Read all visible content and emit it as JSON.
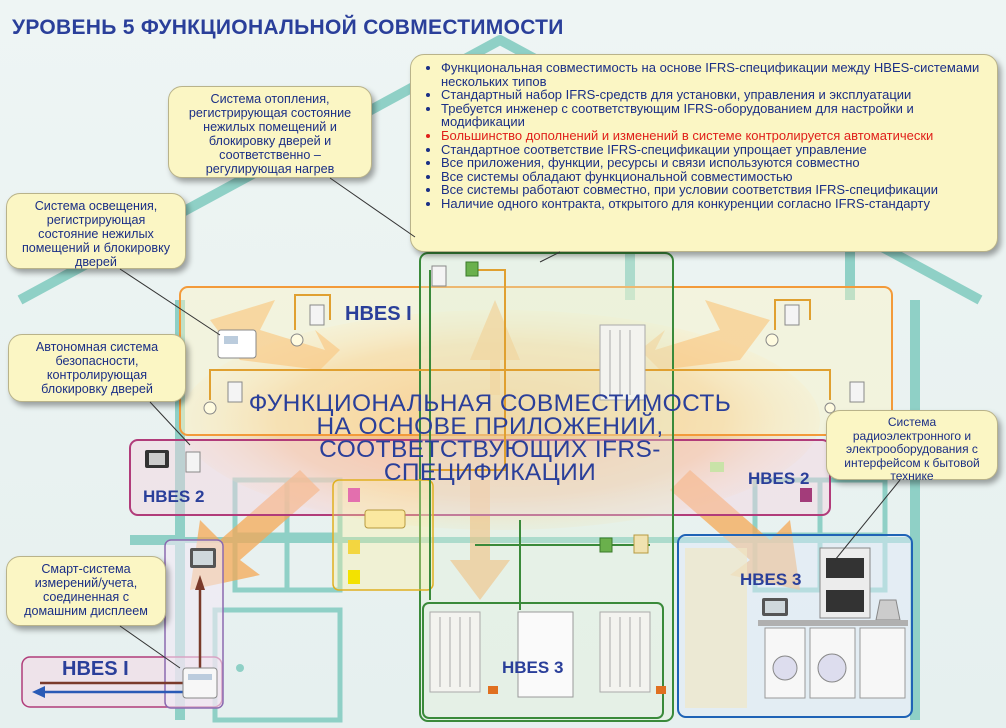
{
  "title": "УРОВЕНЬ 5 ФУНКЦИОНАЛЬНОЙ СОВМЕСТИМОСТИ",
  "bullets": [
    {
      "text": "Функциональная совместимость на основе IFRS-спецификации между HBES-системами нескольких типов",
      "red": false
    },
    {
      "text": "Стандартный набор IFRS-средств для установки, управления и эксплуатации",
      "red": false
    },
    {
      "text": "Требуется инженер с соответствующим IFRS-оборудованием для настройки и модификации",
      "red": false
    },
    {
      "text": "Большинство дополнений и изменений в системе контролируется автоматически",
      "red": true
    },
    {
      "text": "Стандартное соответствие IFRS-спецификации упрощает управление",
      "red": false
    },
    {
      "text": "Все приложения, функции, ресурсы и связи используются совместно",
      "red": false
    },
    {
      "text": "Все системы обладают функциональной совместимостью",
      "red": false
    },
    {
      "text": "Все системы работают совместно, при условии соответствия IFRS-спецификации",
      "red": false
    },
    {
      "text": "Наличие одного контракта, открытого для конкуренции согласно IFRS-стандарту",
      "red": false
    }
  ],
  "callouts": {
    "heating": "Система отопления, регистрирующая состояние нежилых помещений и блокировку дверей и соответственно – регулирующая нагрев",
    "lighting": "Система освещения, регистрирующая состояние нежилых помещений и блокировку дверей",
    "security": "Автономная система безопасности, контролирующая блокировку дверей",
    "metering": "Смарт-система измерений/учета, соединенная с домашним дисплеем",
    "appliances": "Система радиоэлектронного и электрооборудования с интерфейсом к бытовой технике"
  },
  "center_text": "ФУНКЦИОНАЛЬНАЯ СОВМЕСТИМОСТЬ НА ОСНОВЕ ПРИЛОЖЕНИЙ, СООТВЕТСТВУЮЩИХ IFRS-СПЕЦИФИКАЦИИ",
  "labels": {
    "hbes1_top": "HBES I",
    "hbes2_left": "HBES 2",
    "hbes2_right": "HBES 2",
    "hbes3_right": "HBES 3",
    "hbes3_bottom": "HBES 3",
    "hbes1_bottom": "HBES I"
  },
  "colors": {
    "title": "#2a3f9a",
    "text": "#1b2f86",
    "red": "#e0201a",
    "callout_bg": "#fbf6c4",
    "house": "#8fd0c6",
    "hbes1_frame": "#f39a3a",
    "hbes2_frame": "#b13c7a",
    "hbes3_frame": "#3a8a3a",
    "appliance_frame": "#1f63b6",
    "arrow_fill": "#f6b96b"
  },
  "icons": [
    "lamp-icon",
    "sensor-icon",
    "alarm-panel-icon",
    "floodlight-icon",
    "radiator-icon",
    "oven-icon",
    "washing-machine-icon",
    "kettle-icon",
    "display-icon",
    "meter-icon"
  ]
}
